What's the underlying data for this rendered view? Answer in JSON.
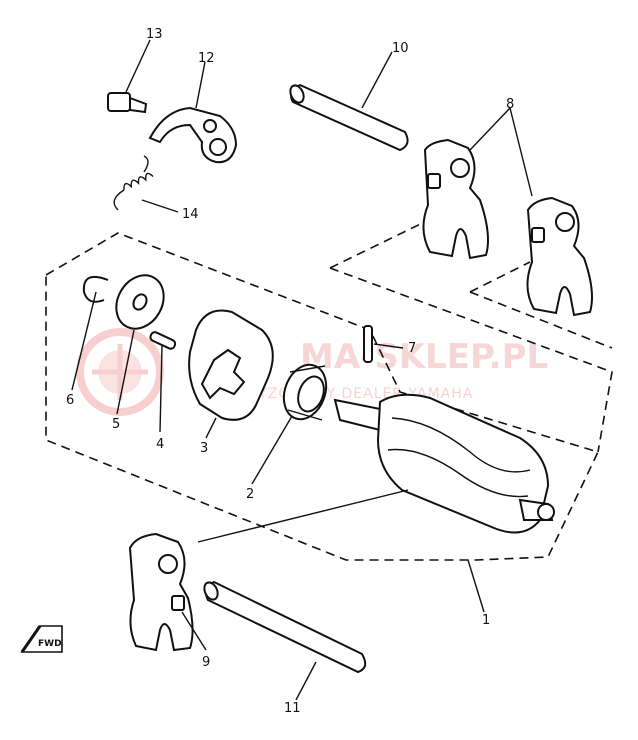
{
  "watermark": {
    "brand": "MA-SKLEP.PL",
    "tagline": "AUTORYZOWANY DEALER YAMAHA"
  },
  "fwd_badge": "FWD",
  "callouts": {
    "c1": "1",
    "c2": "2",
    "c3": "3",
    "c4": "4",
    "c5": "5",
    "c6": "6",
    "c7": "7",
    "c8": "8",
    "c9": "9",
    "c10": "10",
    "c11": "11",
    "c12": "12",
    "c13": "13",
    "c14": "14"
  },
  "colors": {
    "line": "#111111",
    "watermark": "#f2b5b5",
    "background": "#ffffff"
  }
}
